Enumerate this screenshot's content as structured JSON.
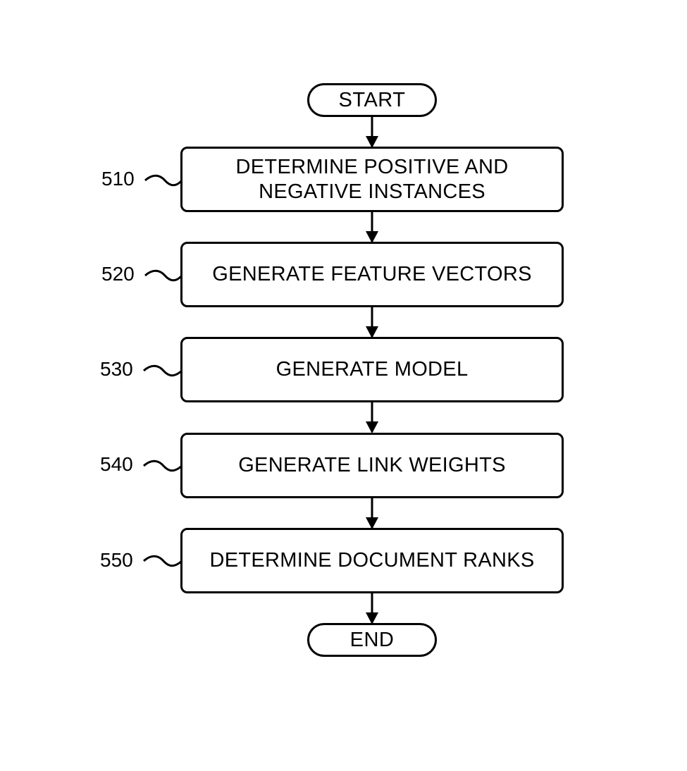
{
  "diagram": {
    "start_label": "START",
    "end_label": "END",
    "steps": [
      {
        "ref": "510",
        "label": "DETERMINE POSITIVE AND\nNEGATIVE INSTANCES"
      },
      {
        "ref": "520",
        "label": "GENERATE FEATURE VECTORS"
      },
      {
        "ref": "530",
        "label": "GENERATE MODEL"
      },
      {
        "ref": "540",
        "label": "GENERATE LINK WEIGHTS"
      },
      {
        "ref": "550",
        "label": "DETERMINE DOCUMENT RANKS"
      }
    ],
    "line_color": "#000000",
    "fill_color": "#ffffff"
  }
}
